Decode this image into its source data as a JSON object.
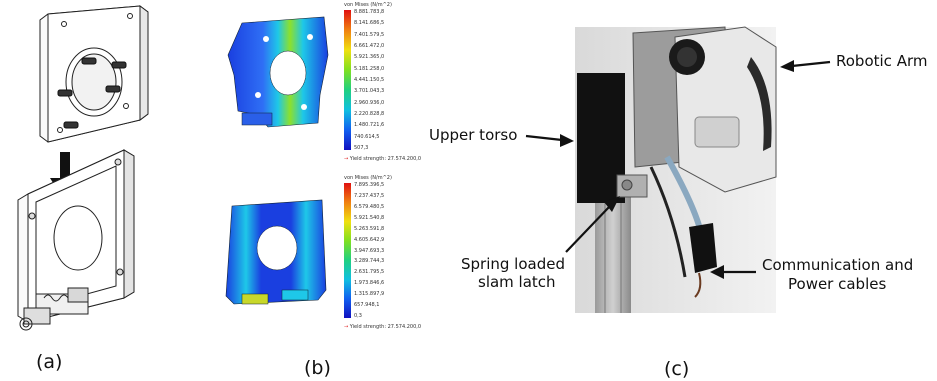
{
  "captions": {
    "a": "(a)",
    "b": "(b)",
    "c": "(c)"
  },
  "fea_top": {
    "title": "von Mises (N/m^2)",
    "ticks": [
      "8.881.783,8",
      "8.141.686,5",
      "7.401.579,5",
      "6.661.472,0",
      "5.921.365,0",
      "5.181.258,0",
      "4.441.150,5",
      "3.701.043,3",
      "2.960.936,0",
      "2.220.828,8",
      "1.480.721,6",
      "740.614,5",
      "507,3"
    ],
    "yield": "Yield strength: 27.574.200,0"
  },
  "fea_bottom": {
    "title": "von Mises (N/m^2)",
    "ticks": [
      "7.895.396,5",
      "7.237.437,5",
      "6.579.480,5",
      "5.921.540,8",
      "5.263.591,8",
      "4.605.642,9",
      "3.947.693,3",
      "3.289.744,3",
      "2.631.795,5",
      "1.973.846,6",
      "1.315.897,9",
      "657.948,1",
      "0,3"
    ],
    "yield": "Yield strength: 27.574.200,0"
  },
  "photo_labels": {
    "robotic_arm": "Robotic Arm",
    "upper_torso": "Upper torso",
    "latch_line1": "Spring loaded",
    "latch_line2": "slam latch",
    "cables_line1": "Communication and",
    "cables_line2": "Power cables"
  },
  "colors": {
    "arrow": "#111111",
    "yield_marker": "#e02020"
  }
}
